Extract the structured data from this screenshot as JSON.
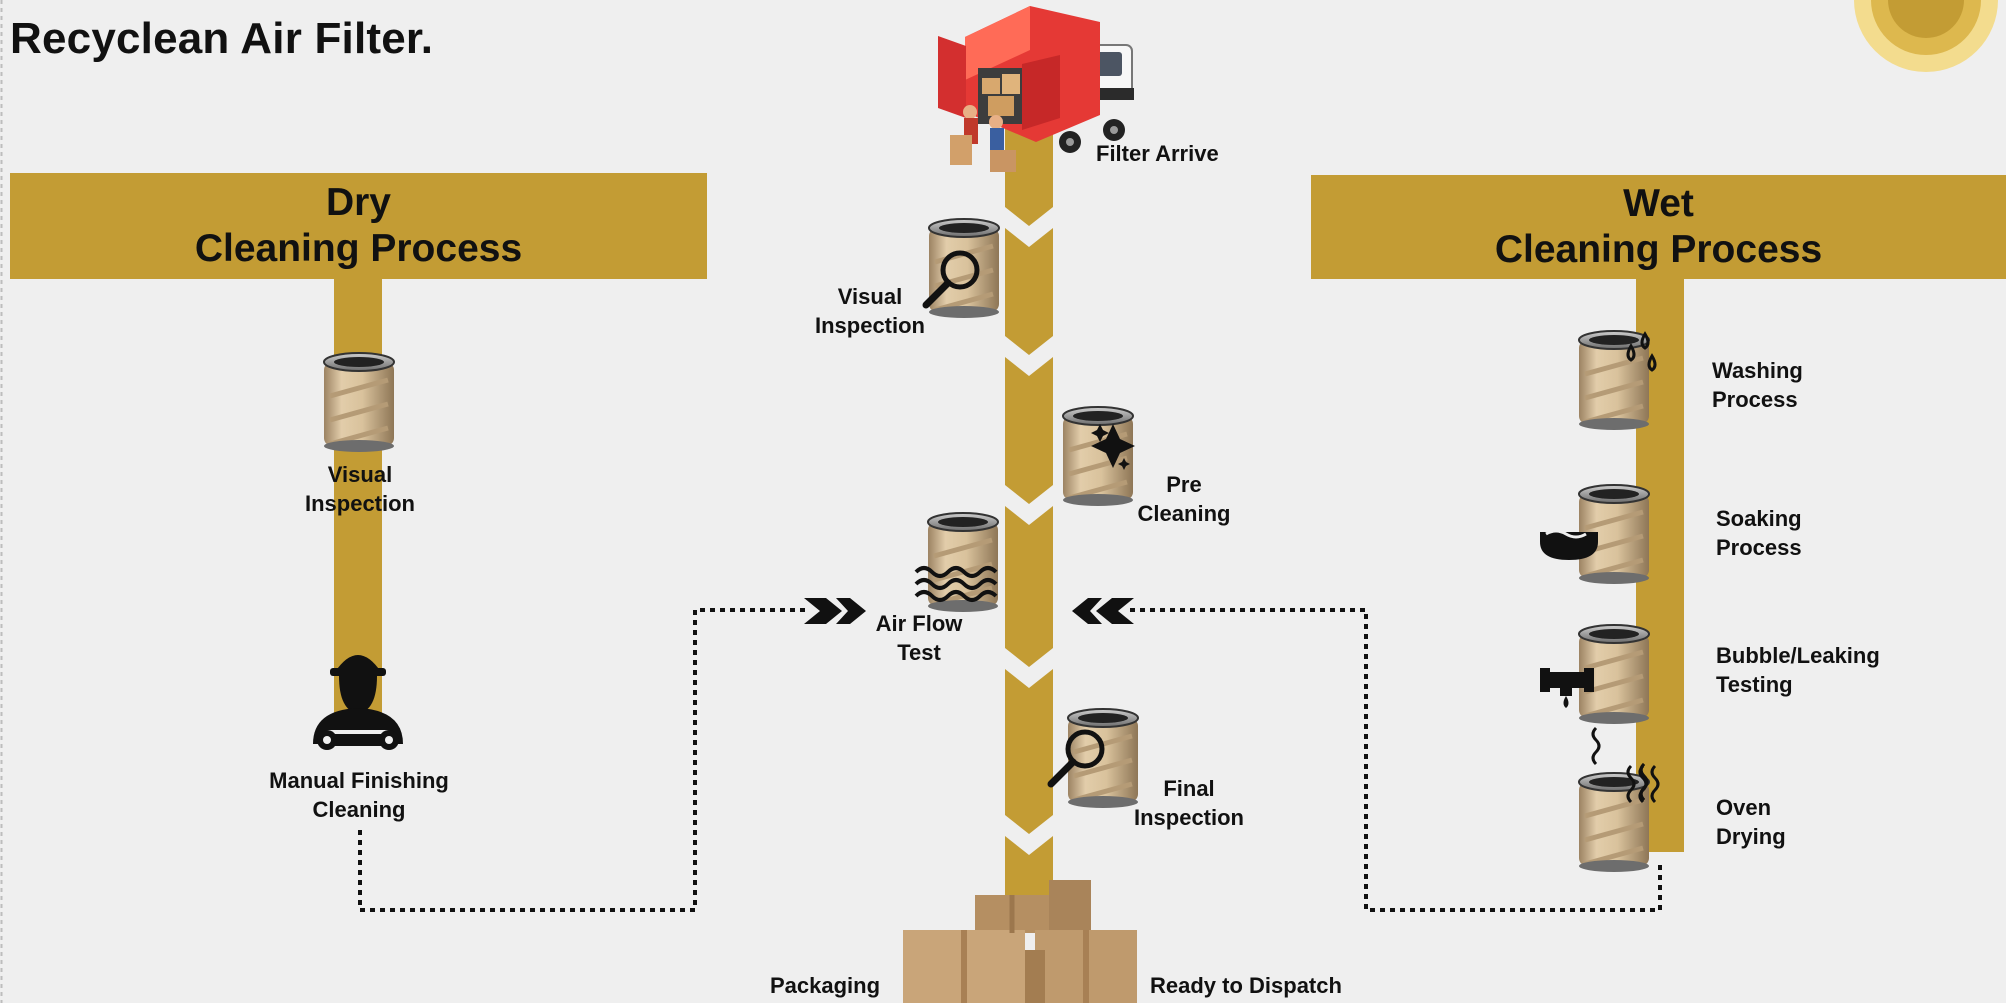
{
  "page": {
    "title": "Recyclean Air Filter."
  },
  "colors": {
    "accent": "#c39c34",
    "background": "#efefef",
    "ink": "#111111",
    "truck_red": "#e53935",
    "box_brown": "#c8a27a"
  },
  "dry_process": {
    "header_line1": "Dry",
    "header_line2": "Cleaning Process",
    "steps": [
      {
        "line1": "Visual",
        "line2": "Inspection",
        "icon": "filter-canister-icon"
      },
      {
        "line1": "Manual Finishing",
        "line2": "Cleaning",
        "icon": "mechanic-worker-icon"
      }
    ]
  },
  "wet_process": {
    "header_line1": "Wet",
    "header_line2": "Cleaning Process",
    "steps": [
      {
        "line1": "Washing",
        "line2": "Process",
        "icon": "water-drops-icon"
      },
      {
        "line1": "Soaking",
        "line2": "Process",
        "icon": "soaking-tub-icon"
      },
      {
        "line1": "Bubble/Leaking",
        "line2": "Testing",
        "icon": "leaking-pipe-icon"
      },
      {
        "line1": "Oven",
        "line2": "Drying",
        "icon": "heat-waves-icon"
      }
    ]
  },
  "main_flow": {
    "start": {
      "label": "Filter Arrive",
      "icon": "delivery-truck-icon"
    },
    "steps": [
      {
        "line1": "Visual",
        "line2": "Inspection",
        "icon": "magnifier-icon"
      },
      {
        "line1": "Pre",
        "line2": "Cleaning",
        "icon": "sparkle-icon"
      },
      {
        "line1": "Air Flow",
        "line2": "Test",
        "icon": "air-waves-icon"
      },
      {
        "line1": "Final",
        "line2": "Inspection",
        "icon": "magnifier-icon"
      }
    ],
    "end": {
      "left_label": "Packaging",
      "right_label": "Ready to Dispatch",
      "icon": "cardboard-boxes-icon"
    }
  }
}
